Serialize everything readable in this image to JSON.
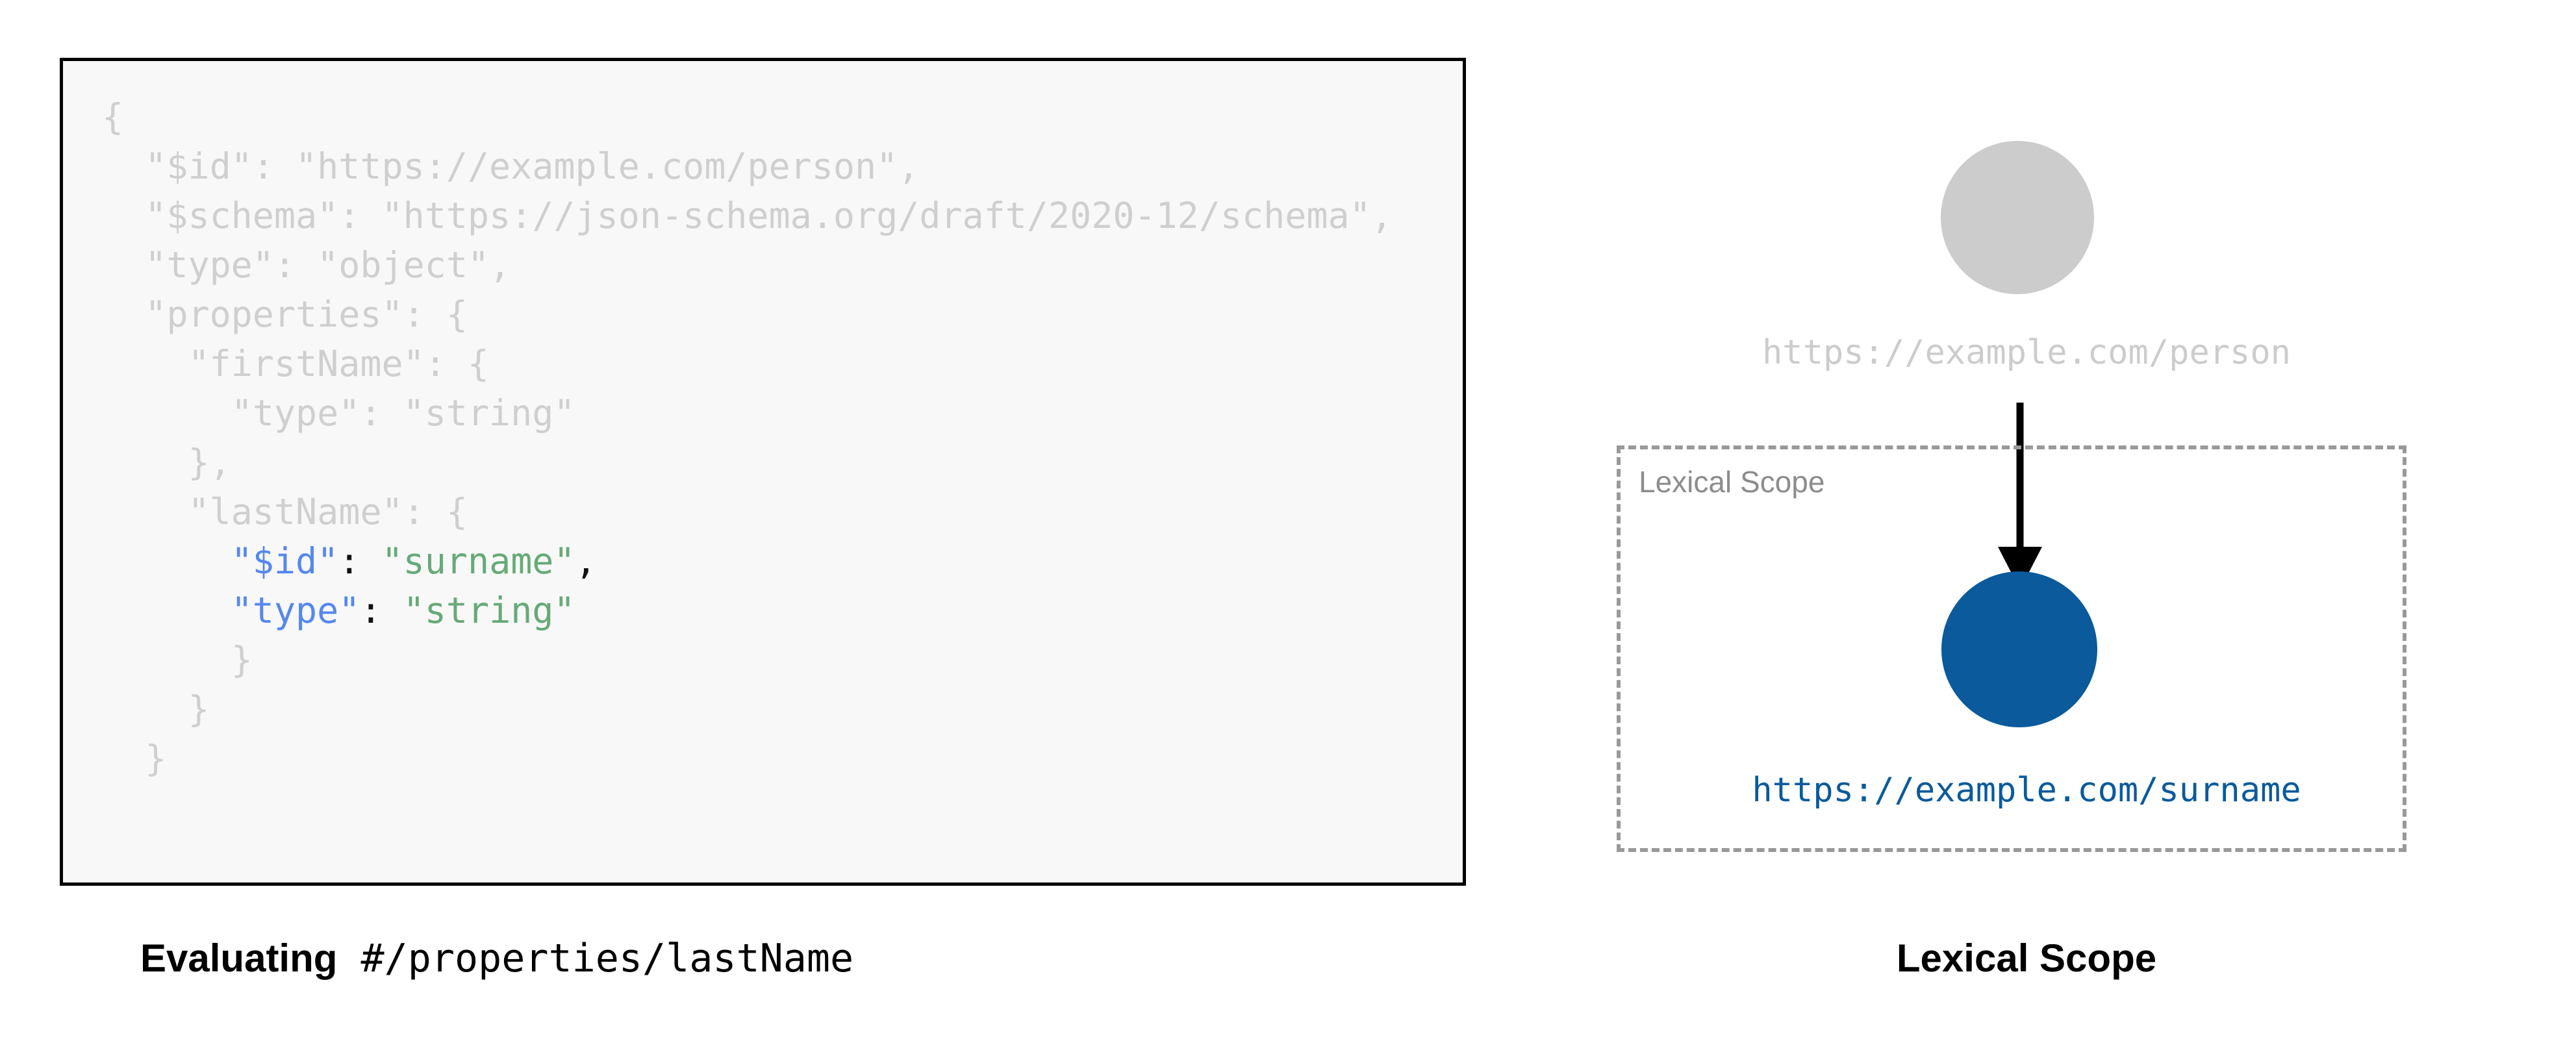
{
  "figure": {
    "title": "JSON Schema lexical scope illustration"
  },
  "code_panel": {
    "language": "json",
    "background_color": "#f8f8f8",
    "border_color": "#000000",
    "dim_color": "#cfcfcf",
    "key_color": "#5588ee",
    "string_color": "#66aa77",
    "punct_color": "#111111",
    "lines": [
      {
        "indent": 0,
        "tokens": [
          {
            "text": "{",
            "style": "dim"
          }
        ]
      },
      {
        "indent": 1,
        "tokens": [
          {
            "text": "\"$id\"",
            "style": "dim"
          },
          {
            "text": ": ",
            "style": "dim"
          },
          {
            "text": "\"https://example.com/person\"",
            "style": "dim"
          },
          {
            "text": ",",
            "style": "dim"
          }
        ]
      },
      {
        "indent": 1,
        "tokens": [
          {
            "text": "\"$schema\"",
            "style": "dim"
          },
          {
            "text": ": ",
            "style": "dim"
          },
          {
            "text": "\"https://json-schema.org/draft/2020-12/schema\"",
            "style": "dim"
          },
          {
            "text": ",",
            "style": "dim"
          }
        ]
      },
      {
        "indent": 1,
        "tokens": [
          {
            "text": "\"type\"",
            "style": "dim"
          },
          {
            "text": ": ",
            "style": "dim"
          },
          {
            "text": "\"object\"",
            "style": "dim"
          },
          {
            "text": ",",
            "style": "dim"
          }
        ]
      },
      {
        "indent": 1,
        "tokens": [
          {
            "text": "\"properties\"",
            "style": "dim"
          },
          {
            "text": ": {",
            "style": "dim"
          }
        ]
      },
      {
        "indent": 2,
        "tokens": [
          {
            "text": "\"firstName\"",
            "style": "dim"
          },
          {
            "text": ": {",
            "style": "dim"
          }
        ]
      },
      {
        "indent": 3,
        "tokens": [
          {
            "text": "\"type\"",
            "style": "dim"
          },
          {
            "text": ": ",
            "style": "dim"
          },
          {
            "text": "\"string\"",
            "style": "dim"
          }
        ]
      },
      {
        "indent": 2,
        "tokens": [
          {
            "text": "},",
            "style": "dim"
          }
        ]
      },
      {
        "indent": 2,
        "tokens": [
          {
            "text": "\"lastName\"",
            "style": "dim"
          },
          {
            "text": ": {",
            "style": "dim"
          }
        ]
      },
      {
        "indent": 3,
        "tokens": [
          {
            "text": "\"$id\"",
            "style": "key"
          },
          {
            "text": ":",
            "style": "punct"
          },
          {
            "text": " ",
            "style": "dim"
          },
          {
            "text": "\"surname\"",
            "style": "str"
          },
          {
            "text": ",",
            "style": "punct"
          }
        ]
      },
      {
        "indent": 3,
        "tokens": [
          {
            "text": "\"type\"",
            "style": "key"
          },
          {
            "text": ":",
            "style": "punct"
          },
          {
            "text": " ",
            "style": "dim"
          },
          {
            "text": "\"string\"",
            "style": "str"
          }
        ]
      },
      {
        "indent": 3,
        "tokens": [
          {
            "text": "}",
            "style": "dim"
          }
        ]
      },
      {
        "indent": 2,
        "tokens": [
          {
            "text": "}",
            "style": "dim"
          }
        ]
      },
      {
        "indent": 1,
        "tokens": [
          {
            "text": "}",
            "style": "dim"
          }
        ]
      }
    ],
    "caption": {
      "bold_part": "Evaluating",
      "mono_part": " #/properties/lastName"
    }
  },
  "scope_diagram": {
    "root_node": {
      "label": "https://example.com/person",
      "color": "#cccccc"
    },
    "scope_box": {
      "label": "Lexical Scope",
      "border_color": "#999999",
      "label_color": "#8c8c8c"
    },
    "arrow": {
      "color": "#000000"
    },
    "inner_node": {
      "label": "https://example.com/surname",
      "color": "#0a5a9c"
    },
    "caption": "Lexical Scope"
  }
}
